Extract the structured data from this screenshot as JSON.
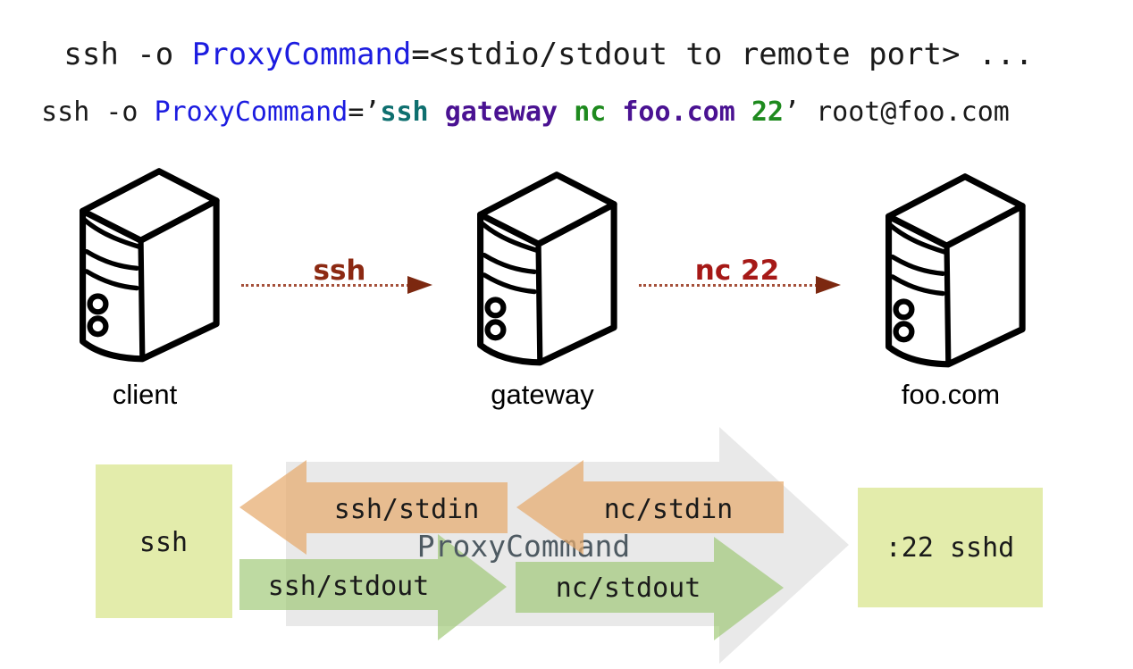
{
  "title_command": {
    "segments": [
      {
        "text": " ssh -o "
      },
      {
        "text": "ProxyCommand"
      },
      {
        "text": "=<stdio/stdout to remote port> ..."
      }
    ]
  },
  "example_command": {
    "segments": [
      {
        "text": "ssh -o "
      },
      {
        "text": "ProxyCommand"
      },
      {
        "text": "=’"
      },
      {
        "text": "ssh "
      },
      {
        "text": "gateway "
      },
      {
        "text": "nc "
      },
      {
        "text": "foo.com "
      },
      {
        "text": "22"
      },
      {
        "text": "’ root@foo.com"
      }
    ]
  },
  "servers": [
    {
      "label": "client"
    },
    {
      "label": "gateway"
    },
    {
      "label": "foo.com"
    }
  ],
  "link_arrows": [
    {
      "label": "ssh"
    },
    {
      "label": "nc 22"
    }
  ],
  "flow": {
    "left_box_label": "ssh",
    "right_box_label": ":22 sshd",
    "center_label": "ProxyCommand",
    "stdin_labels": [
      "ssh/stdin",
      "nc/stdin"
    ],
    "stdout_labels": [
      "ssh/stdout",
      "nc/stdout"
    ]
  },
  "colors": {
    "command_blue": "#1c1ce0",
    "command_teal": "#0e6f6f",
    "command_purple": "#4a1292",
    "command_green": "#1e8a1e",
    "ssh_arrow_red": "#8c2912",
    "nc_arrow_red": "#a61917",
    "arrowhead_red": "#7c2810",
    "stdin_orange": "#e2a05e",
    "stdout_green": "#96c369",
    "big_arrow_gray": "#e9e9e9",
    "box_yellow": "#e3ecab",
    "proxy_label_gray": "#4e5a62"
  }
}
